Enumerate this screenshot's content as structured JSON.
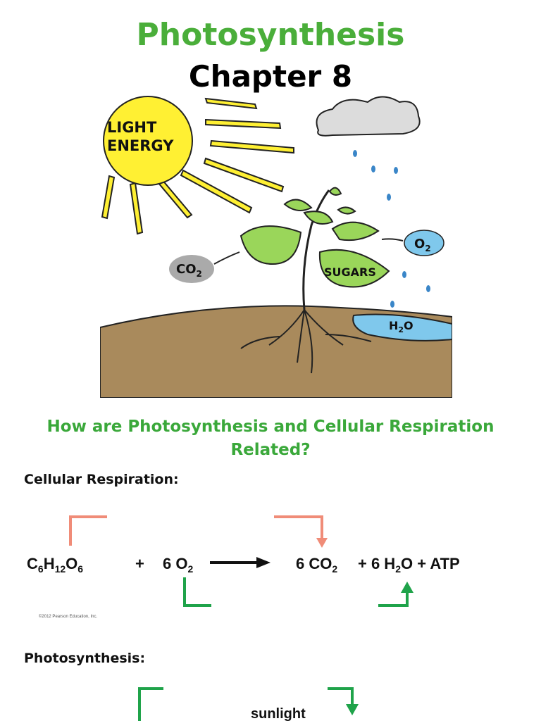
{
  "header": {
    "title": "Photosynthesis",
    "subtitle": "Chapter 8"
  },
  "illustration": {
    "sun_label_line1": "LIGHT",
    "sun_label_line2": "ENERGY",
    "co2_label": "CO",
    "co2_sub": "2",
    "o2_label": "O",
    "o2_sub": "2",
    "sugars_label": "SUGARS",
    "water_label": "H",
    "water_sub": "2",
    "water_tail": "O"
  },
  "question": {
    "line1": "How are Photosynthesis and Cellular Respiration",
    "line2": "Related?"
  },
  "respiration": {
    "heading": "Cellular Respiration:",
    "glucose": "C",
    "g_sub1": "6",
    "g_h": "H",
    "g_sub2": "12",
    "g_o": "O",
    "g_sub3": "6",
    "plus": "+",
    "oxygen_coef": "6 O",
    "oxygen_sub": "2",
    "co2_coef": "6 CO",
    "co2_sub": "2",
    "plus2": "+ 6 H",
    "water_sub": "2",
    "water_tail": "O + ATP",
    "copyright": "©2012 Pearson Education, Inc."
  },
  "photosynthesis": {
    "heading": "Photosynthesis:",
    "sunlight": "sunlight"
  },
  "colors": {
    "title_green": "#4aae3a",
    "question_green": "#3aa83a",
    "salmon": "#f08c78",
    "arrow_green": "#1fa34a",
    "sun_yellow": "#fff033",
    "leaf_green": "#9ad65a",
    "soil": "#a98a5c",
    "water_blue": "#7fc8ec"
  }
}
